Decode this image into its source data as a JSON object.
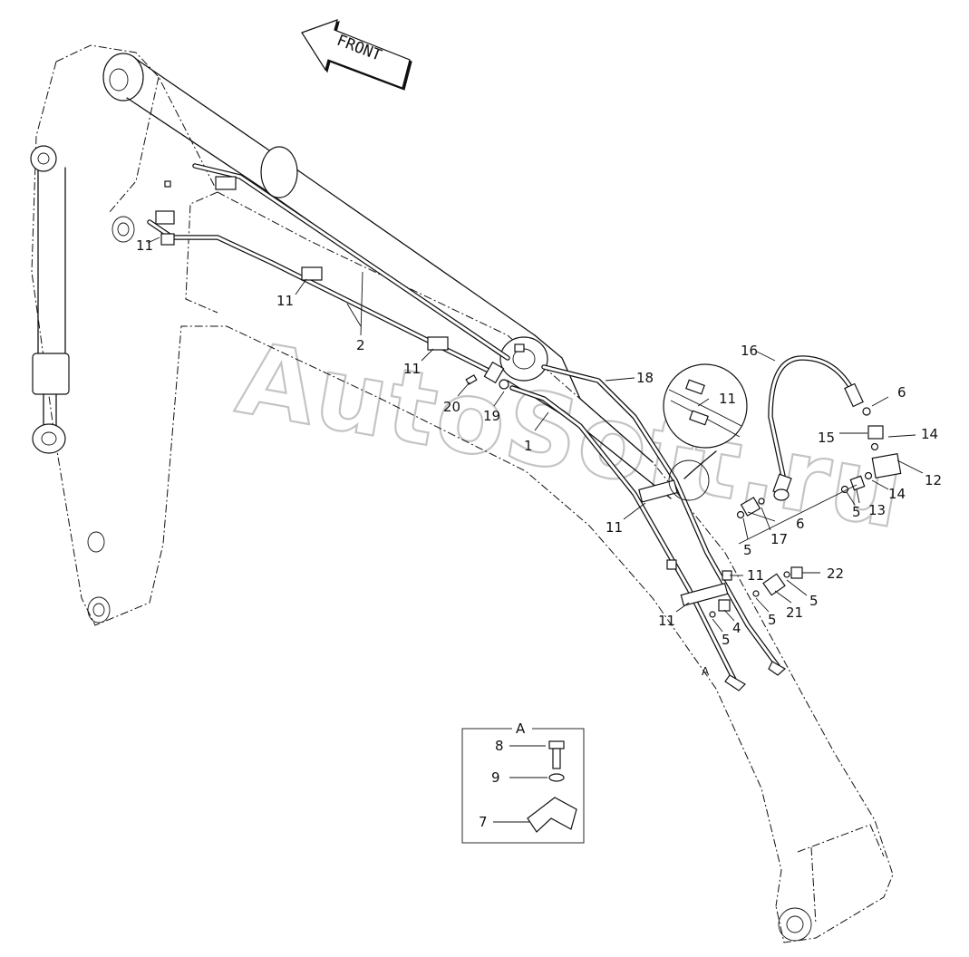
{
  "front_label": "FRONT",
  "watermark": "AutoSoft.ru",
  "detail": {
    "title": "A",
    "labels": [
      "8",
      "9",
      "7"
    ]
  },
  "detail_marker": "A",
  "callouts": {
    "c11a": "11",
    "c11b": "11",
    "c11c": "11",
    "c11d": "11",
    "c11e": "11",
    "c11f": "11",
    "c11g": "11",
    "c2": "2",
    "c20": "20",
    "c19": "19",
    "c1": "1",
    "c18": "18",
    "c16": "16",
    "c6a": "6",
    "c15": "15",
    "c14a": "14",
    "c12": "12",
    "c14b": "14",
    "c13": "13",
    "c5a": "5",
    "c6b": "6",
    "c17": "17",
    "c5b": "5",
    "c22": "22",
    "c5c": "5",
    "c21": "21",
    "c5d": "5",
    "c4": "4",
    "c5e": "5"
  }
}
